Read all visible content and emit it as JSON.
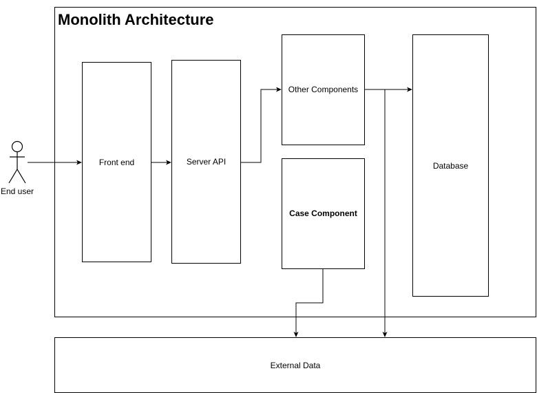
{
  "diagram": {
    "title": "Monolith Architecture",
    "actor": {
      "label": "End user"
    },
    "nodes": {
      "front_end": "Front end",
      "server_api": "Server API",
      "other_components": "Other Components",
      "case_component": "Case Component",
      "database": "Database",
      "external_data": "External Data"
    }
  }
}
